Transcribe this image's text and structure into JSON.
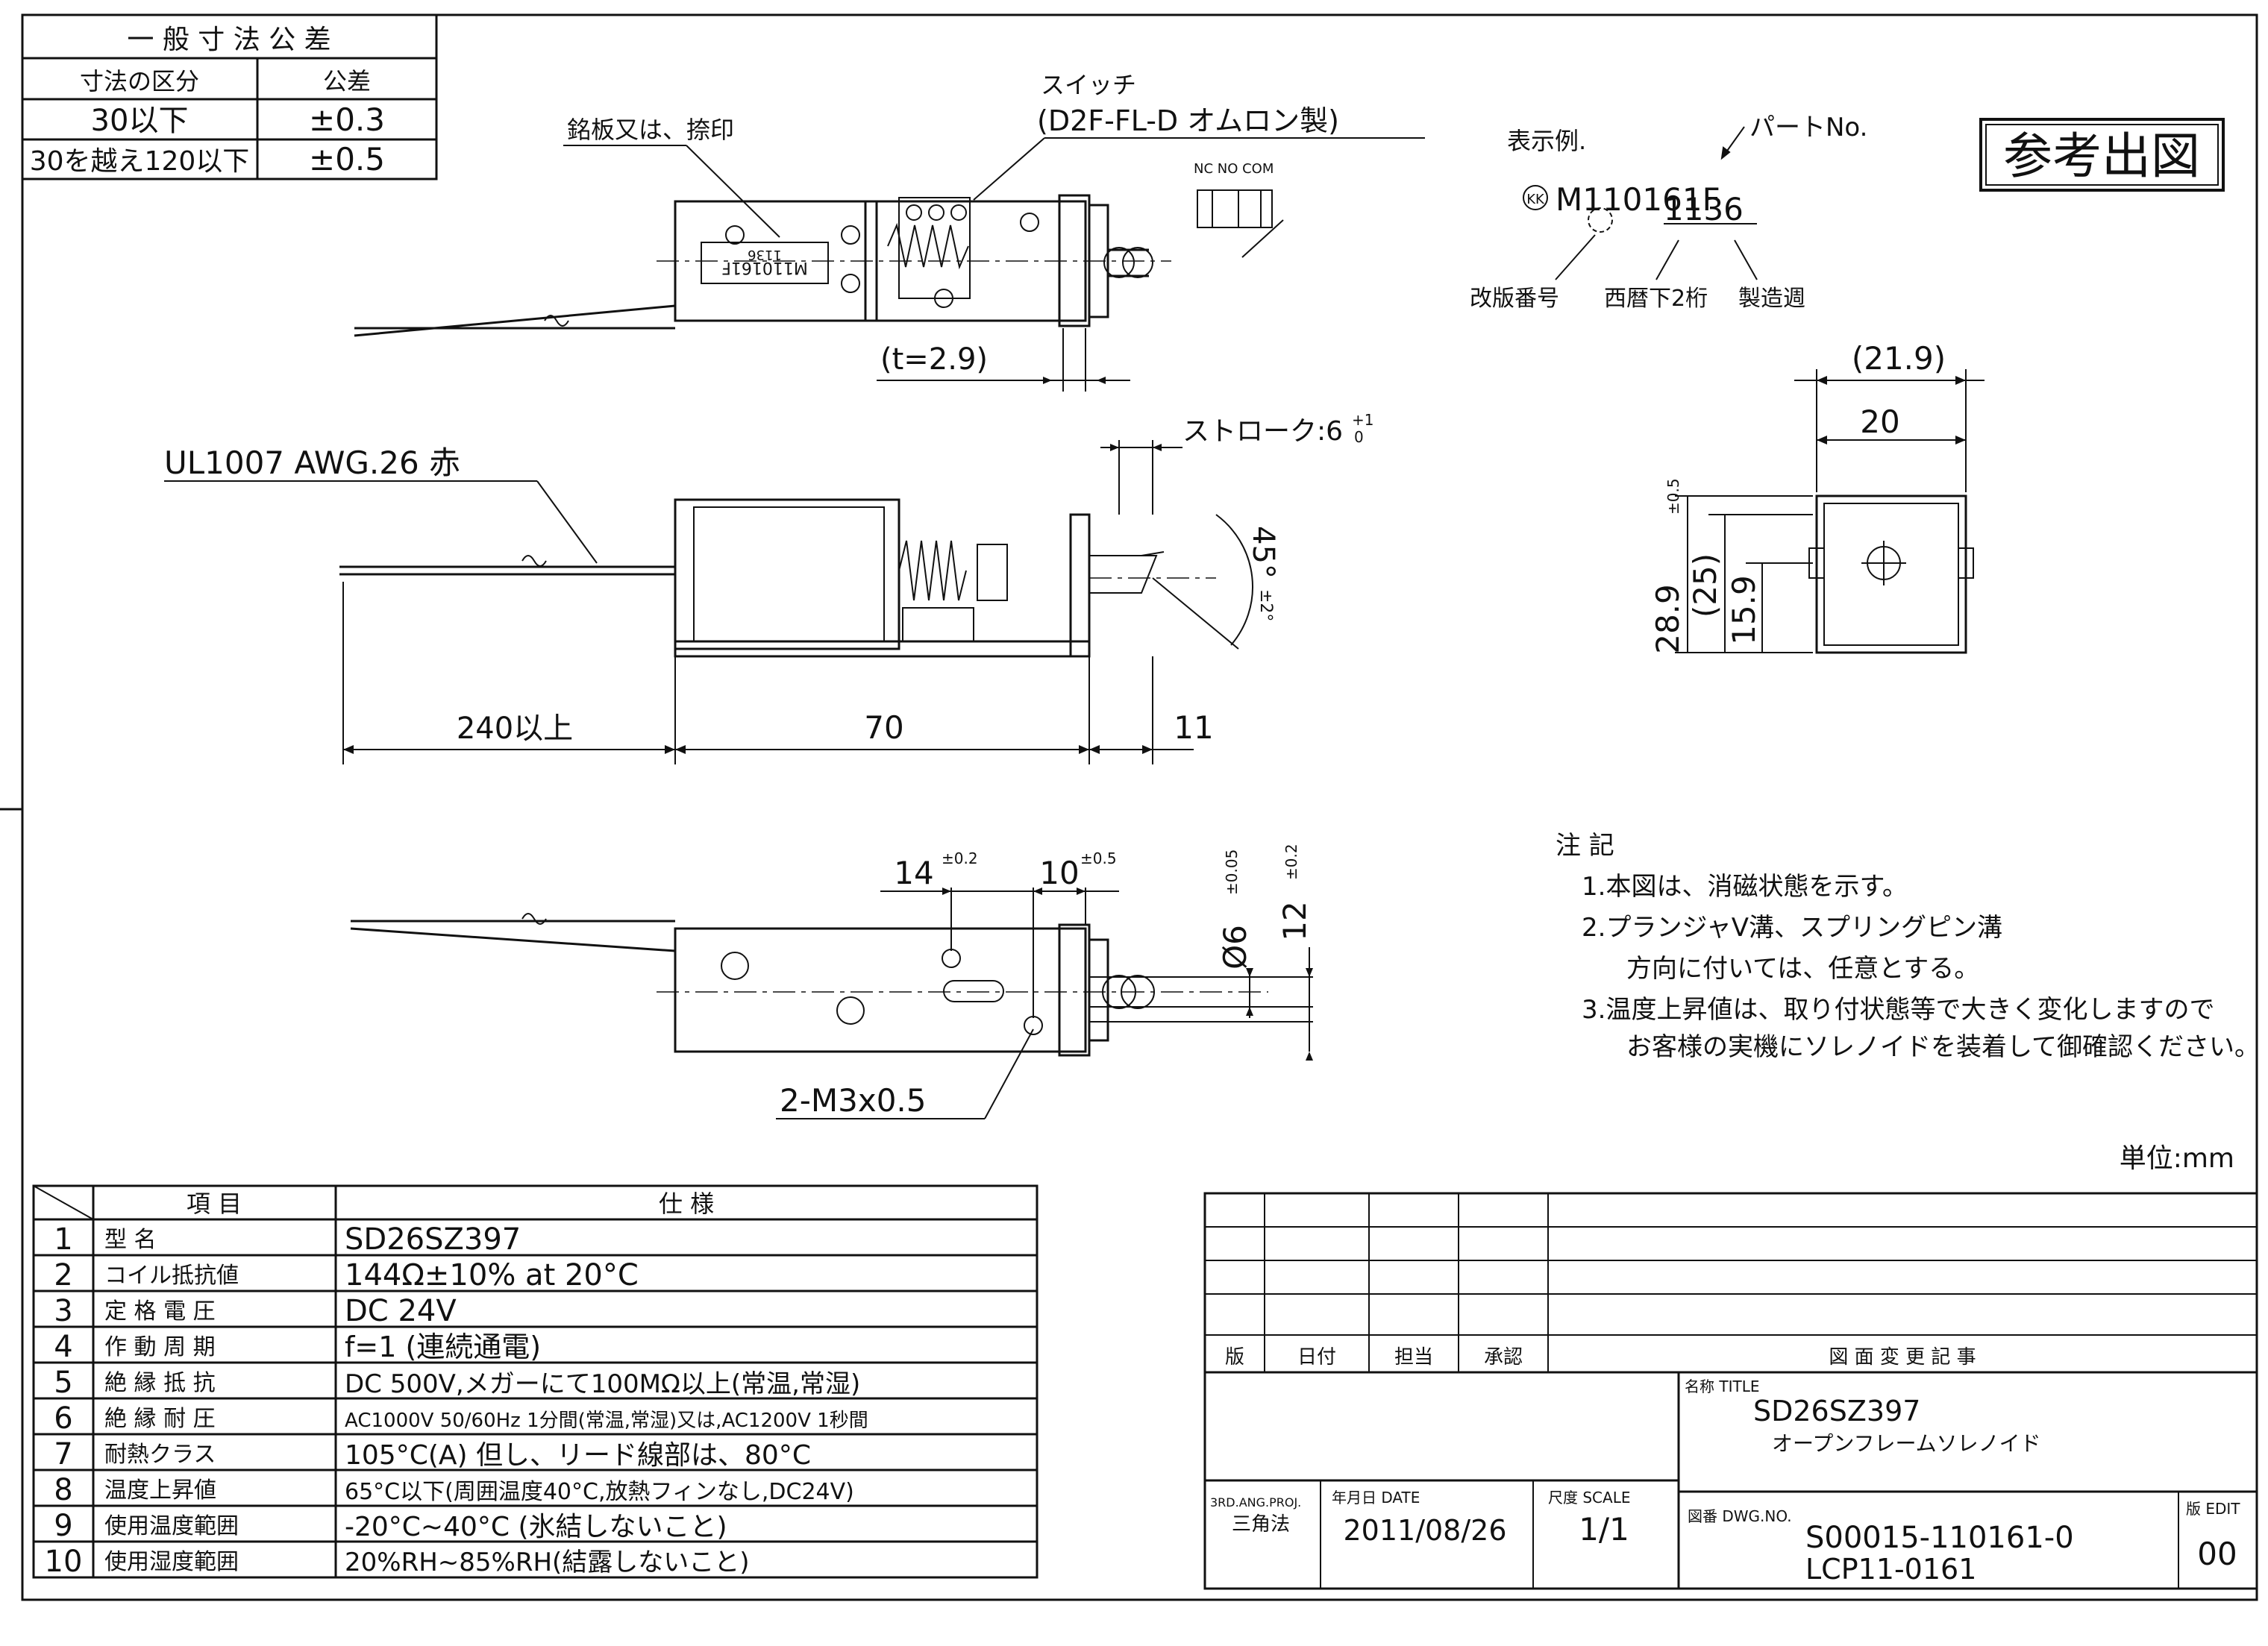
{
  "tolerance_table": {
    "title": "一 般 寸 法 公 差",
    "col_range": "寸法の区分",
    "col_tol": "公差",
    "rows": [
      {
        "range": "30以下",
        "tol": "±0.3"
      },
      {
        "range": "30を越え120以下",
        "tol": "±0.5"
      }
    ]
  },
  "reference_stamp": "参考出図",
  "top_view": {
    "label_plate": "銘板又は、捺印",
    "switch_label": "スイッチ",
    "switch_model": "(D2F-FL-D オムロン製)",
    "switch_pins": "NC NO COM",
    "plate_text_1": "M110161F",
    "plate_text_2": "1136",
    "dim_t": "(t=2.9)"
  },
  "marking_example": {
    "title": "表示例.",
    "part_no_label": "パートNo.",
    "logo": "KK",
    "part_code": "M110161F",
    "date_code": "1136",
    "rev_label": "改版番号",
    "year_label": "西暦下2桁",
    "week_label": "製造週"
  },
  "side_view": {
    "wire": "UL1007 AWG.26 赤",
    "stroke": "ストローク:6",
    "stroke_tol_up": "+1",
    "stroke_tol_dn": "0",
    "angle": "45°",
    "angle_tol": "±2°",
    "dim_lead": "240以上",
    "dim_body": "70",
    "dim_tip": "11"
  },
  "end_view": {
    "dim_219": "(21.9)",
    "dim_20": "20",
    "dim_289": "28.9",
    "dim_289_tol": "±0.5",
    "dim_25": "(25)",
    "dim_159": "15.9"
  },
  "bottom_view": {
    "dim_14": "14",
    "dim_14_tol": "±0.2",
    "dim_10": "10",
    "dim_10_tol": "±0.5",
    "dim_d6": "Ø6",
    "dim_d6_tol": "±0.05",
    "dim_12": "12",
    "dim_12_tol": "±0.2",
    "screw": "2-M3x0.5"
  },
  "notes": {
    "title": "注 記",
    "items": [
      "1.本図は、消磁状態を示す。",
      "2.プランジャV溝、スプリングピン溝",
      "方向に付いては、任意とする。",
      "3.温度上昇値は、取り付状態等で大きく変化しますので",
      "お客様の実機にソレノイドを装着して御確認ください。"
    ]
  },
  "unit": "単位:mm",
  "spec_table": {
    "col_item": "項 目",
    "col_spec": "仕 様",
    "rows": [
      {
        "no": "1",
        "item": "型 名",
        "spec": "SD26SZ397"
      },
      {
        "no": "2",
        "item": "コイル抵抗値",
        "spec": "144Ω±10% at 20°C"
      },
      {
        "no": "3",
        "item": "定 格 電 圧",
        "spec": "DC 24V"
      },
      {
        "no": "4",
        "item": "作 動 周 期",
        "spec": "f=1 (連続通電)"
      },
      {
        "no": "5",
        "item": "絶 縁 抵 抗",
        "spec": "DC 500V,メガーにて100MΩ以上(常温,常湿)"
      },
      {
        "no": "6",
        "item": "絶 縁 耐 圧",
        "spec": "AC1000V 50/60Hz 1分間(常温,常湿)又は,AC1200V 1秒間"
      },
      {
        "no": "7",
        "item": "耐熱クラス",
        "spec": "105°C(A) 但し、リード線部は、80°C"
      },
      {
        "no": "8",
        "item": "温度上昇値",
        "spec": "65°C以下(周囲温度40°C,放熱フィンなし,DC24V)"
      },
      {
        "no": "9",
        "item": "使用温度範囲",
        "spec": "-20°C~40°C (氷結しないこと)"
      },
      {
        "no": "10",
        "item": "使用湿度範囲",
        "spec": "20%RH~85%RH(結露しないこと)"
      }
    ]
  },
  "title_block": {
    "rev_headers": [
      "版",
      "日付",
      "担当",
      "承認"
    ],
    "change_record": "図 面 変 更 記 事",
    "name_label": "名称 TITLE",
    "name": "SD26SZ397",
    "name_sub": "オープンフレームソレノイド",
    "projection_label": "3RD.ANG.PROJ.",
    "projection_value": "三角法",
    "date_label": "年月日 DATE",
    "date": "2011/08/26",
    "scale_label": "尺度 SCALE",
    "scale": "1/1",
    "dwg_label": "図番 DWG.NO.",
    "dwg_no": "S00015-110161-0",
    "dwg_no2": "LCP11-0161",
    "edit_label": "版 EDIT",
    "edit": "00"
  }
}
